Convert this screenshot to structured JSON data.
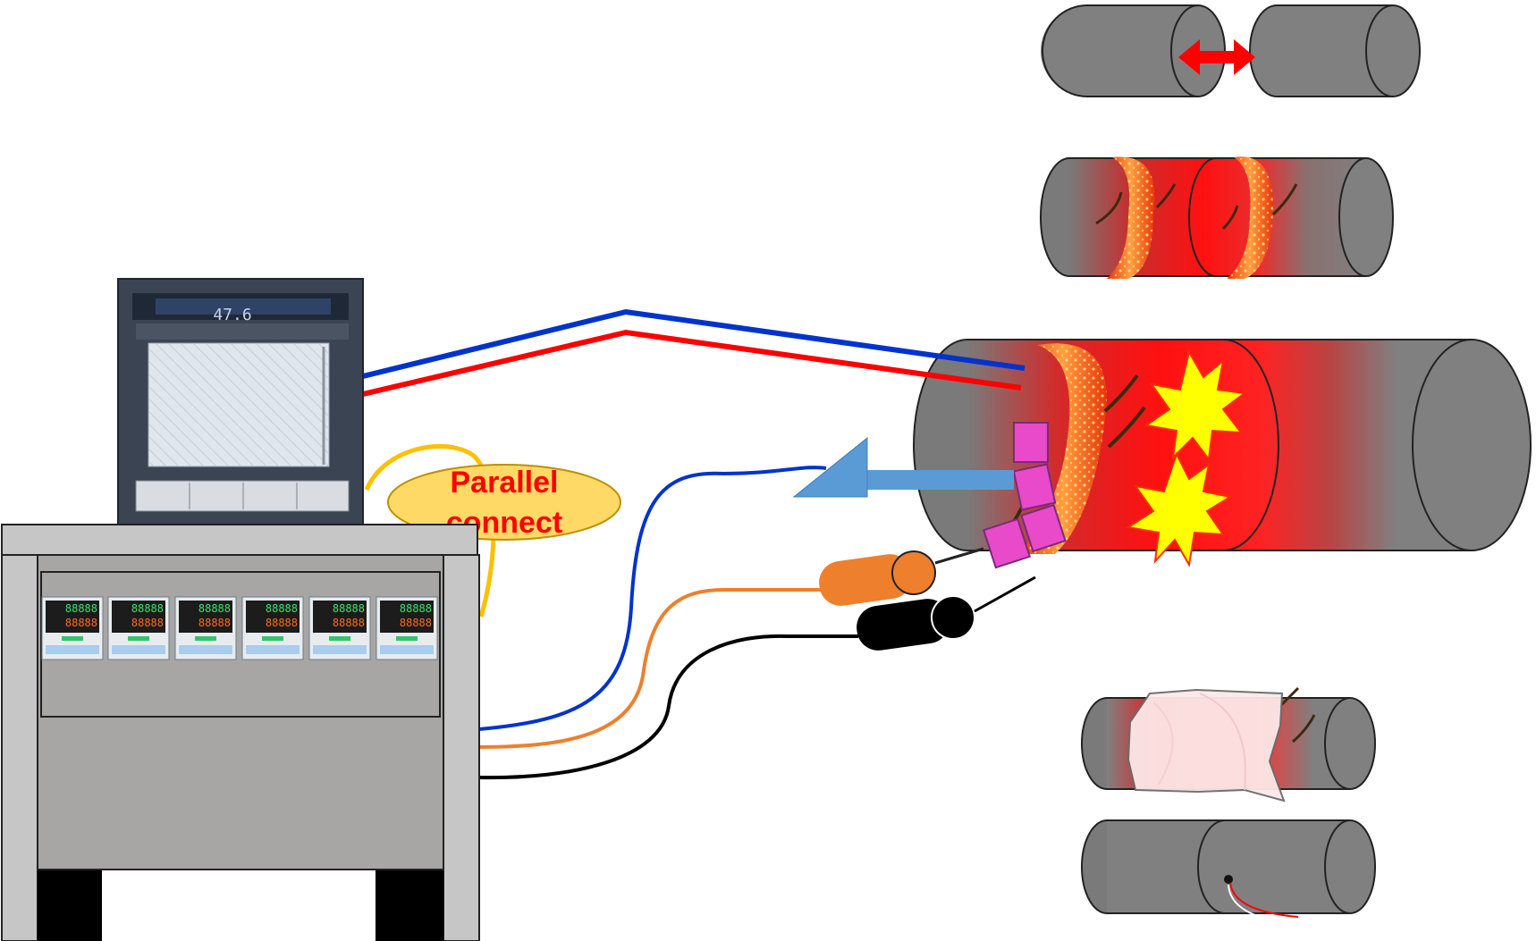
{
  "recorder": {
    "display_value": "47.6"
  },
  "label": {
    "line1": "Parallel",
    "line2": "connect"
  },
  "controllers": {
    "count": 6,
    "pv": "88888",
    "sv": "88888"
  },
  "colors": {
    "pipe": "#808080",
    "heat": "#ff1a1a",
    "wire_blue": "#0033cc",
    "wire_red": "#ff0000",
    "wire_orange": "#ee7f2d",
    "wire_black": "#000000",
    "arrow": "#5b9bd5",
    "pads": "#e84ac9",
    "flash": "#ffff00",
    "label_fill": "#ffd966",
    "label_text": "#ff0000",
    "parallel_wire": "#ffc000"
  },
  "icons": {
    "gap_arrow": "double-arrow-icon",
    "flash": "starburst-icon",
    "ceramic_heater": "ceramic-pad-heater-icon",
    "thermocouple": "thermocouple-icon"
  }
}
